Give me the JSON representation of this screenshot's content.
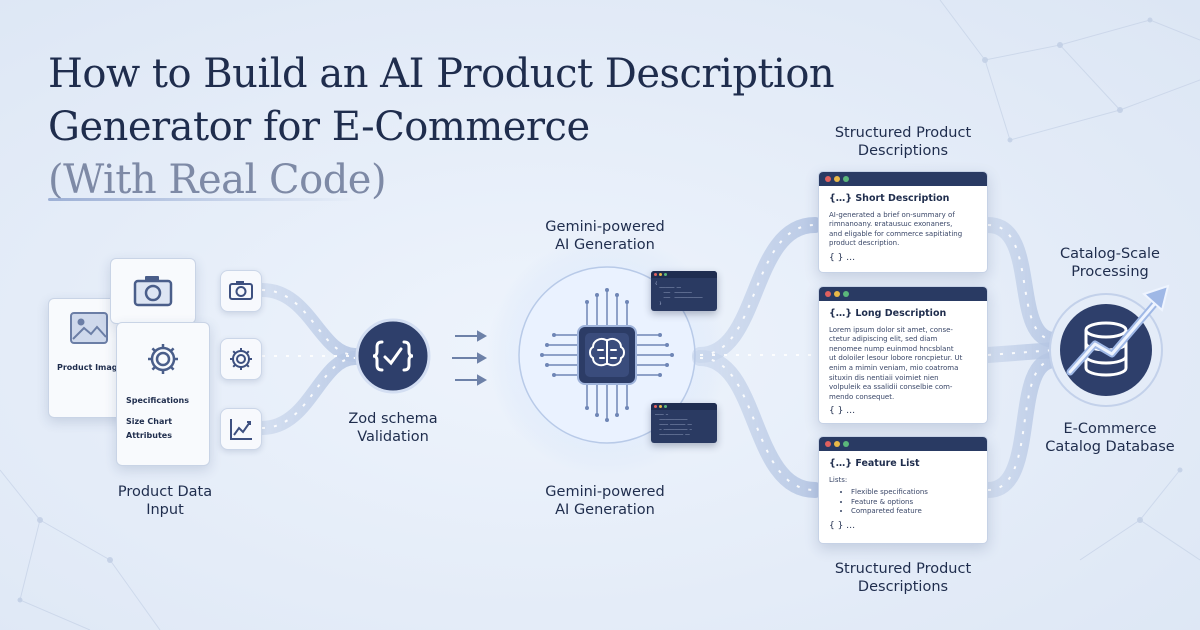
{
  "title": {
    "line1": "How to Build an AI Product Description",
    "line2": "Generator for E-Commerce",
    "line3": "(With Real Code)"
  },
  "input": {
    "card_labels": [
      "Product Image",
      "Specifications",
      "Size Chart",
      "Attributes"
    ],
    "icons": [
      "image-icon",
      "camera-icon",
      "gear-icon",
      "chart-icon"
    ],
    "label": "Product Data\nInput"
  },
  "validation": {
    "icon": "checkmark-braces-icon",
    "label": "Zod schema\nValidation"
  },
  "ai": {
    "icon": "brain-chip-icon",
    "label_top": "Gemini-powered\nAI Generation",
    "label_bottom": "Gemini-powered\nAI Generation"
  },
  "outputs": {
    "label_top": "Structured Product\nDescriptions",
    "label_bottom": "Structured Product\nDescriptions",
    "docs": [
      {
        "title": "{…} Short Description",
        "text": "AI-generated a brief on-summary of\nrimnanoany. ɐratausɯc exonaners,\nand eligable for commerce sapitiating\nproduct description.",
        "footer": "{  } …"
      },
      {
        "title": "{…} Long Description",
        "text": "Lorem ipsum dolor sit amet, conse-\nctetur adipiscing elit, sed diam\nnenomee nump euinmod hncsblant\nut doloiler lesour lobore roncpietur. Ut\nenim a mimin veniam, mio coatroma\nsituxin dis nentiaii voimiet nien\nvolpuleik ea ssalidii conselbie com-\nmendo consequet.",
        "footer": "{  } …"
      },
      {
        "title": "{…} Feature List",
        "intro": "Lists:",
        "items": [
          "Flexible specifications",
          "Feature & options",
          "Compareted feature"
        ],
        "footer": "{  } …"
      }
    ]
  },
  "database": {
    "icon": "database-growth-icon",
    "label_top": "Catalog-Scale\nProcessing",
    "label_bottom": "E-Commerce\nCatalog Database"
  },
  "colors": {
    "navy": "#1f2d4d",
    "accent": "#3c5283",
    "dot_red": "#e0605e",
    "dot_yellow": "#e9b948",
    "dot_green": "#5bb77b"
  }
}
